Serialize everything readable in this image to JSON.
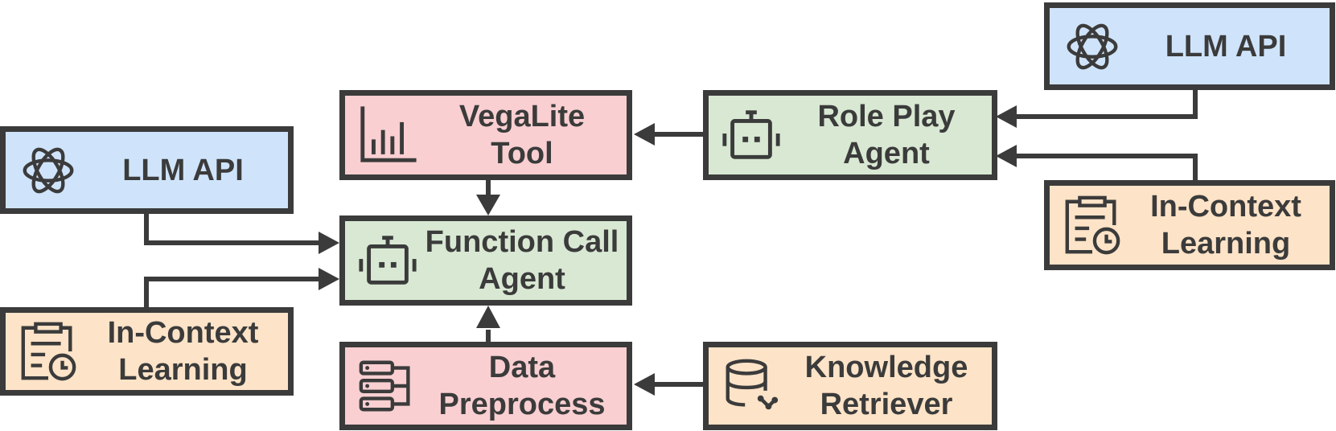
{
  "colors": {
    "stroke": "#3b3b3b",
    "llm_api": "#cfe4fb",
    "tool": "#f9cfd1",
    "agent": "#d8e8d3",
    "context": "#fde3c7"
  },
  "nodes": {
    "llm_api_right": {
      "label": "LLM API",
      "icon": "openai-logo-icon"
    },
    "llm_api_left": {
      "label": "LLM API",
      "icon": "openai-logo-icon"
    },
    "vegalite_tool": {
      "label": "VegaLite\nTool",
      "icon": "bar-chart-icon"
    },
    "role_play_agent": {
      "label": "Role Play\nAgent",
      "icon": "robot-icon"
    },
    "in_context_right": {
      "label": "In-Context\nLearning",
      "icon": "clipboard-clock-icon"
    },
    "function_call_agent": {
      "label": "Function Call\nAgent",
      "icon": "robot-icon"
    },
    "in_context_left": {
      "label": "In-Context\nLearning",
      "icon": "clipboard-clock-icon"
    },
    "data_preprocess": {
      "label": "Data\nPreprocess",
      "icon": "server-stack-icon"
    },
    "knowledge_retriever": {
      "label": "Knowledge\nRetriever",
      "icon": "database-icon"
    }
  },
  "edges": [
    {
      "from": "llm_api_right",
      "to": "role_play_agent"
    },
    {
      "from": "in_context_right",
      "to": "role_play_agent"
    },
    {
      "from": "role_play_agent",
      "to": "vegalite_tool"
    },
    {
      "from": "vegalite_tool",
      "to": "function_call_agent"
    },
    {
      "from": "llm_api_left",
      "to": "function_call_agent"
    },
    {
      "from": "in_context_left",
      "to": "function_call_agent"
    },
    {
      "from": "data_preprocess",
      "to": "function_call_agent"
    },
    {
      "from": "knowledge_retriever",
      "to": "data_preprocess"
    }
  ]
}
